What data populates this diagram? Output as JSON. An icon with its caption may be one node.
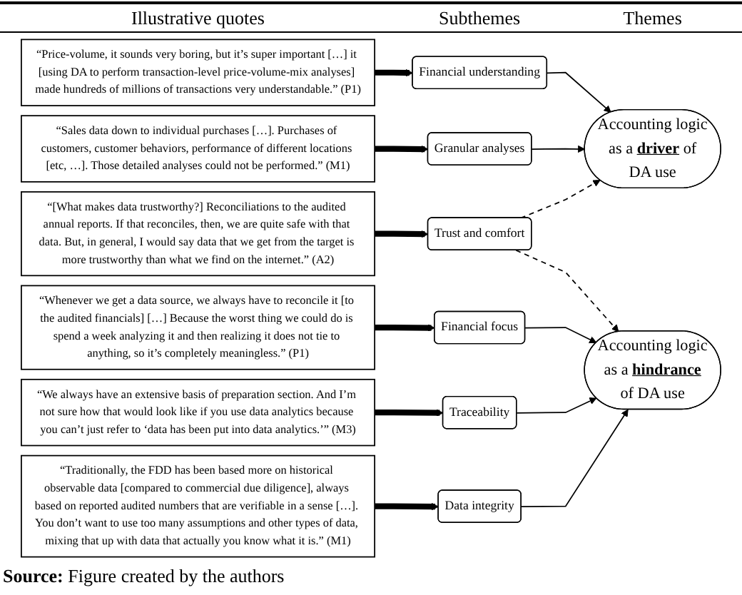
{
  "diagram": {
    "caption": "**Source:** Figure created by the authors",
    "nodes": [
      {
        "text": [
          "“Price-volume, it sounds very boring, but it’s super important […] it [using DA to perform transaction-level price-volume-mix analyses] made hundreds of millions of transactions very understandable.” (P1)"
        ]
      },
      {
        "text": [
          "“Sales data down to individual purchases […]. Purchases of customers, customer behaviors, performance of different locations [etc, …]. Those detailed analyses could not be performed.” (M1)"
        ]
      },
      {
        "text": [
          "“[What makes data trustworthy?] Reconciliations to the audited annual reports. If that reconciles, then, we are quite safe with that data. But, in general, I would say data that we get from the target is more trustworthy than what we find on the internet.” (A2)"
        ]
      },
      {
        "text": [
          "“Whenever we get a data source, we always have to reconcile it [to the audited financials] […] Because the worst thing we could do is spend a week analyzing it and then realizing it does not tie to anything, so it’s completely meaningless.” (P1)"
        ]
      },
      {
        "text": [
          "“We always have an extensive basis of preparation section. And I’m not sure how that would look like if you use data analytics because you can’t just refer to ‘data has been put into data analytics.’” (M3)"
        ]
      },
      {
        "text": [
          "“Traditionally, the FDD has been based more on historical observable data [compared to commercial due diligence], always based on reported audited numbers that are verifiable in a sense […]. You don’t want to use too many assumptions and other types of data, mixing that up with data that actually you know what it is.” (M1)"
        ]
      },
      {
        "text": [
          "Financial understanding"
        ]
      },
      {
        "text": [
          "Granular analyses"
        ]
      },
      {
        "text": [
          "Trust and comfort"
        ]
      },
      {
        "text": [
          "Financial focus"
        ]
      },
      {
        "text": [
          "Traceability"
        ]
      },
      {
        "text": [
          "Data integrity"
        ]
      },
      {
        "text": [
          "Accounting logic as a **driver** of DA use"
        ]
      },
      {
        "text": [
          "Accounting logic as a **hindrance** of DA use"
        ]
      }
    ],
    "edges": [
      {
        "from": 0,
        "to": 6,
        "arrow": "to",
        "style": "thick"
      },
      {
        "from": 1,
        "to": 7,
        "arrow": "to",
        "style": "thick"
      },
      {
        "from": 2,
        "to": 8,
        "arrow": "to",
        "style": "thick"
      },
      {
        "from": 3,
        "to": 9,
        "arrow": "to",
        "style": "thick"
      },
      {
        "from": 4,
        "to": 10,
        "arrow": "to",
        "style": "thick"
      },
      {
        "from": 5,
        "to": 11,
        "arrow": "to",
        "style": "thick"
      },
      {
        "from": 6,
        "to": 12,
        "arrow": "to"
      },
      {
        "from": 7,
        "to": 12,
        "arrow": "to"
      },
      {
        "from": 8,
        "to": 12,
        "arrow": "to",
        "style": "dashed"
      },
      {
        "from": 8,
        "to": 13,
        "arrow": "to",
        "style": "dashed"
      },
      {
        "from": 9,
        "to": 13,
        "arrow": "to"
      },
      {
        "from": 10,
        "to": 13,
        "arrow": "to"
      },
      {
        "from": 11,
        "to": 13,
        "arrow": "to"
      }
    ],
    "labels": [
      "Illustrative quotes",
      "Subthemes",
      "Themes"
    ]
  }
}
